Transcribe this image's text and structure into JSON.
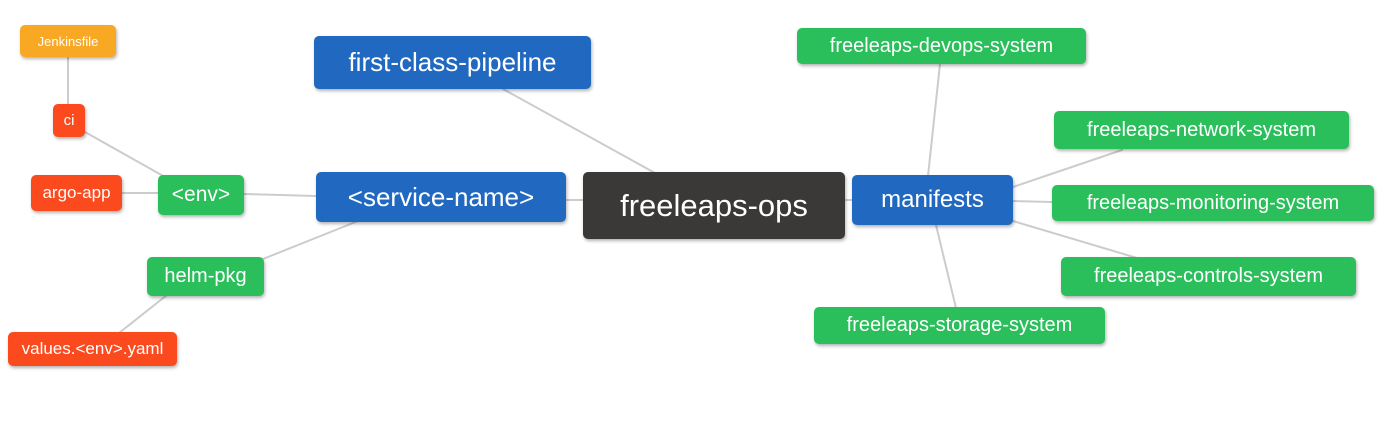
{
  "palette": {
    "root_bg": "#3b3838",
    "level2_bg": "#2168c1",
    "level3_bg": "#2abf5b",
    "level4_bg": "#fa4a1e",
    "level5_bg": "#f8a823",
    "edge_color": "#cccccc",
    "text_color": "#ffffff",
    "background": "#ffffff"
  },
  "mindmap": {
    "root_label": "freeleaps-ops",
    "nodes": [
      {
        "label": "freeleaps-ops",
        "level": 1
      },
      {
        "label": "first-class-pipeline",
        "level": 2
      },
      {
        "label": "<service-name>",
        "level": 2
      },
      {
        "label": "manifests",
        "level": 2
      },
      {
        "label": "<env>",
        "level": 3
      },
      {
        "label": "helm-pkg",
        "level": 3
      },
      {
        "label": "argo-app",
        "level": 4
      },
      {
        "label": "ci",
        "level": 4
      },
      {
        "label": "values.<env>.yaml",
        "level": 4
      },
      {
        "label": "Jenkinsfile",
        "level": 5
      },
      {
        "label": "freeleaps-devops-system",
        "level": 3
      },
      {
        "label": "freeleaps-network-system",
        "level": 3
      },
      {
        "label": "freeleaps-monitoring-system",
        "level": 3
      },
      {
        "label": "freeleaps-controls-system",
        "level": 3
      },
      {
        "label": "freeleaps-storage-system",
        "level": 3
      }
    ],
    "edges": [
      {
        "from": "freeleaps-ops",
        "to": "first-class-pipeline"
      },
      {
        "from": "freeleaps-ops",
        "to": "<service-name>"
      },
      {
        "from": "freeleaps-ops",
        "to": "manifests"
      },
      {
        "from": "<service-name>",
        "to": "<env>"
      },
      {
        "from": "<service-name>",
        "to": "helm-pkg"
      },
      {
        "from": "<env>",
        "to": "ci"
      },
      {
        "from": "<env>",
        "to": "argo-app"
      },
      {
        "from": "ci",
        "to": "Jenkinsfile"
      },
      {
        "from": "helm-pkg",
        "to": "values.<env>.yaml"
      },
      {
        "from": "manifests",
        "to": "freeleaps-devops-system"
      },
      {
        "from": "manifests",
        "to": "freeleaps-network-system"
      },
      {
        "from": "manifests",
        "to": "freeleaps-monitoring-system"
      },
      {
        "from": "manifests",
        "to": "freeleaps-controls-system"
      },
      {
        "from": "manifests",
        "to": "freeleaps-storage-system"
      }
    ],
    "tree": {
      "label": "freeleaps-ops",
      "children": [
        {
          "label": "first-class-pipeline",
          "children": []
        },
        {
          "label": "<service-name>",
          "children": [
            {
              "label": "<env>",
              "children": [
                {
                  "label": "ci",
                  "children": [
                    {
                      "label": "Jenkinsfile",
                      "children": []
                    }
                  ]
                },
                {
                  "label": "argo-app",
                  "children": []
                }
              ]
            },
            {
              "label": "helm-pkg",
              "children": [
                {
                  "label": "values.<env>.yaml",
                  "children": []
                }
              ]
            }
          ]
        },
        {
          "label": "manifests",
          "children": [
            {
              "label": "freeleaps-devops-system",
              "children": []
            },
            {
              "label": "freeleaps-network-system",
              "children": []
            },
            {
              "label": "freeleaps-monitoring-system",
              "children": []
            },
            {
              "label": "freeleaps-controls-system",
              "children": []
            },
            {
              "label": "freeleaps-storage-system",
              "children": []
            }
          ]
        }
      ]
    }
  }
}
